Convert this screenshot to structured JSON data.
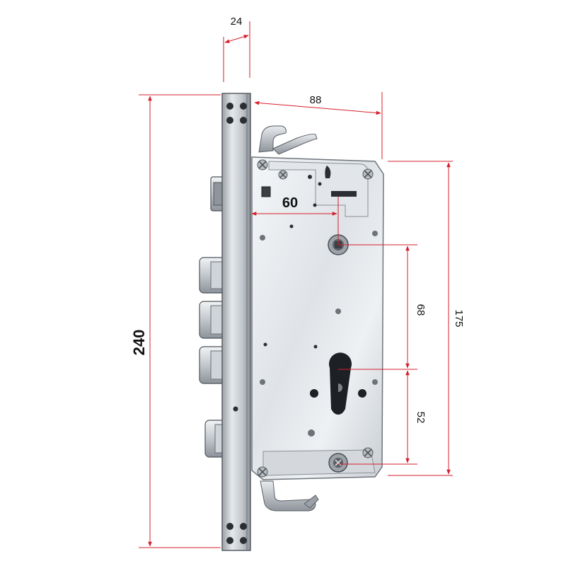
{
  "dimensions": {
    "backset_face": "24",
    "case_width": "88",
    "handle_backset": "60",
    "center_to_cylinder": "68",
    "cylinder_to_lower": "52",
    "case_height": "175",
    "faceplate_length": "240"
  },
  "colors": {
    "dimension_line": "#d61f2c",
    "steel_light": "#e9ecef",
    "steel_mid": "#c4c8cd",
    "steel_dark": "#7e848b",
    "outline": "#555a60"
  }
}
